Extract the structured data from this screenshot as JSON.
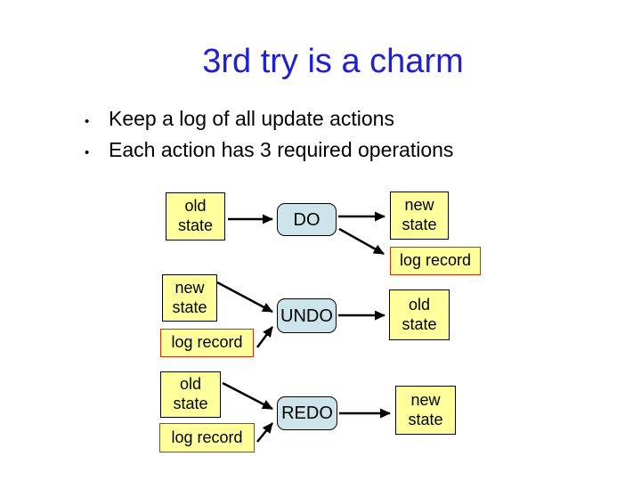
{
  "slide": {
    "title": "3rd try is a charm",
    "bullet_char": "•",
    "bullets": [
      "Keep a log of all update actions",
      "Each action has 3 required operations"
    ]
  },
  "colors": {
    "title_text": "#2020d0",
    "body_text": "#000000",
    "state_box_fill": "#ffff9c",
    "state_box_border": "#000000",
    "op_box_fill": "#cde5ea",
    "op_box_border": "#000000",
    "log_box_fill": "#ffff9c",
    "log_box_border": "#cc3300",
    "arrow": "#000000",
    "background": "#ffffff"
  },
  "diagram": {
    "rows": [
      {
        "name": "do",
        "input": "old state",
        "op": "DO",
        "output": "new state",
        "log": "log record"
      },
      {
        "name": "undo",
        "input": "new state",
        "op": "UNDO",
        "output": "old state",
        "log": "log record"
      },
      {
        "name": "redo",
        "input": "old state",
        "op": "REDO",
        "output": "new state",
        "log": "log record"
      }
    ]
  }
}
